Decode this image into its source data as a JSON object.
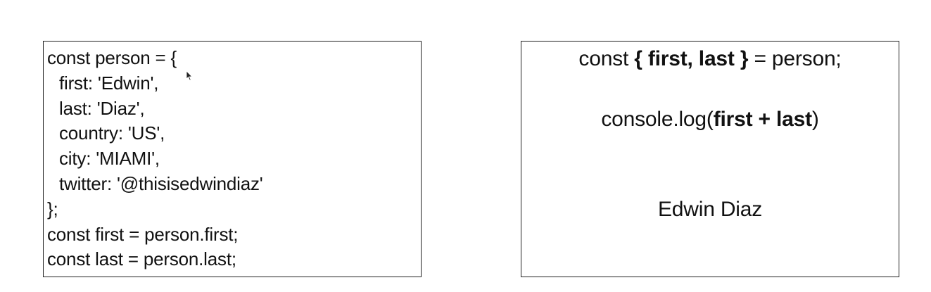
{
  "left_panel": {
    "lines": [
      "const person = {",
      "first: 'Edwin',",
      "last: 'Diaz',",
      "country: 'US',",
      "city: 'MIAMI',",
      "twitter: '@thisisedwindiaz'",
      "};",
      "const first = person.first;",
      "const last = person.last;"
    ]
  },
  "right_panel": {
    "destructure_prefix": "const ",
    "destructure_bold": "{ first, last }",
    "destructure_suffix": " = person;",
    "log_prefix": "console.log(",
    "log_bold": "first + last",
    "log_suffix": ")",
    "output": "Edwin Diaz"
  }
}
